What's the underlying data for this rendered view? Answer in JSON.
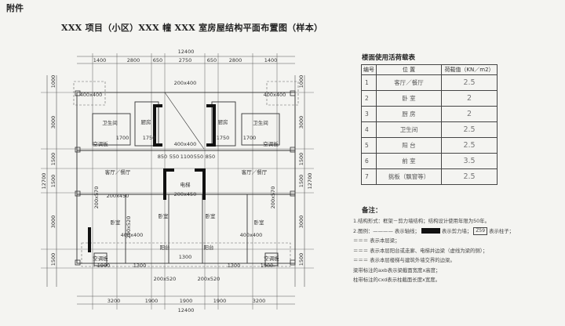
{
  "header": {
    "attachment_label": "附件",
    "title": "XXX 项目（小区）XXX 幢 XXX 室房屋结构平面布置图（样本）"
  },
  "plan": {
    "top_total": "12400",
    "bottom_total": "12400",
    "top_dims": [
      "1400",
      "2800",
      "650",
      "2750",
      "650",
      "2800",
      "1400"
    ],
    "bottom_dims": [
      "3200",
      "1900",
      "1900",
      "1900",
      "3200"
    ],
    "bottom_sub_dims": [
      "1900",
      "1300",
      "1300",
      "1900"
    ],
    "left_total": "12700",
    "left_dims": [
      "1000",
      "3000",
      "1500",
      "1500",
      "3000",
      "1500"
    ],
    "right_total": "12700",
    "right_dims": [
      "1000",
      "3000",
      "1500",
      "1500",
      "3000",
      "1500"
    ],
    "rooms": {
      "bath": "卫生间",
      "kitchen": "厨房",
      "living": "客厅／餐厅",
      "bedroom": "卧室",
      "balcony": "阳台",
      "ac": "空调板",
      "elevator": "电梯"
    },
    "beam_labels": [
      "400x400",
      "400x400",
      "400x400",
      "200x570",
      "200x570",
      "200x400",
      "200x450",
      "200x450",
      "200x520",
      "200x520",
      "200x520",
      "400x400",
      "400x400",
      "1700",
      "1750",
      "1750",
      "1700",
      "850",
      "550",
      "1100",
      "550",
      "850",
      "1300"
    ]
  },
  "load_table": {
    "title": "楼面使用活荷载表",
    "headers": [
      "编号",
      "位 置",
      "荷载值（KN／m2）"
    ],
    "rows": [
      {
        "num": "1",
        "place": "客厅／餐厅",
        "value": "2.5"
      },
      {
        "num": "2",
        "place": "卧 室",
        "value": "2"
      },
      {
        "num": "3",
        "place": "厨 房",
        "value": "2"
      },
      {
        "num": "4",
        "place": "卫生间",
        "value": "2.5"
      },
      {
        "num": "5",
        "place": "阳 台",
        "value": "2.5"
      },
      {
        "num": "6",
        "place": "前 室",
        "value": "3.5"
      },
      {
        "num": "7",
        "place": "挑板（飘窗等）",
        "value": "2.5"
      }
    ]
  },
  "notes": {
    "title": "备注：",
    "line1": "1.结构形式：框架－剪力墙结构；结构设计使用年限为50年。",
    "line2a": "2.图例：———— 表示轴线；",
    "line2b": "表示剪力墙；",
    "line2c": "Z59",
    "line2d": "表示柱子；",
    "line3": "表示本层梁；",
    "line4": "表示本层阳台或走廊、电梯井边梁（虚线为梁的侧）；",
    "line5": "表示本层楼梯与建筑外墙交界的边梁。",
    "line6": "梁带标注的axb表示梁截面宽度x高度；",
    "line7": "柱带标注的cxd表示柱截面长度x宽度。"
  }
}
